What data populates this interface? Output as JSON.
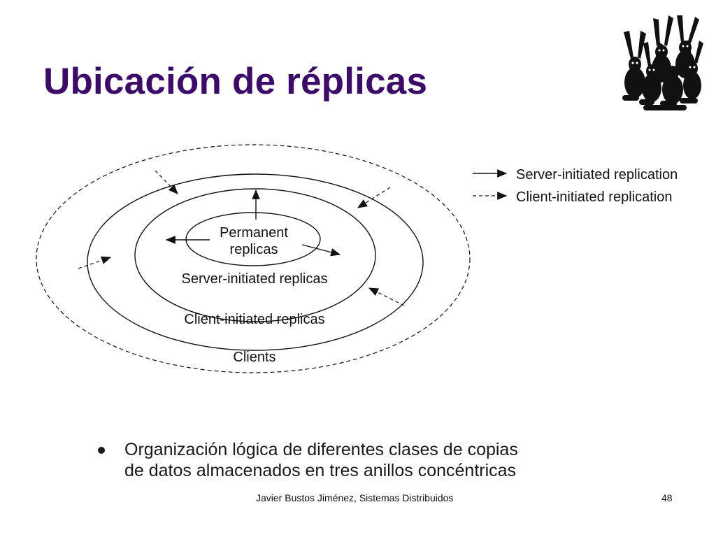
{
  "slide": {
    "title": "Ubicación de réplicas"
  },
  "diagram": {
    "center_label_line1": "Permanent",
    "center_label_line2": "replicas",
    "ring1_label": "Server-initiated replicas",
    "ring2_label": "Client-initiated replicas",
    "ring3_label": "Clients",
    "legend": {
      "server_initiated": "Server-initiated replication",
      "client_initiated": "Client-initiated replication"
    }
  },
  "bullets": [
    {
      "line1": "Organización lógica de diferentes clases de copias",
      "line2": "de datos almacenados en tres anillos concéntricas"
    }
  ],
  "footer": {
    "author": "Javier Bustos Jiménez, Sistemas Distribuidos",
    "page_number": "48"
  },
  "logo": {
    "icon": "rabbits-icon"
  },
  "colors": {
    "title": "#3b0a6b",
    "text": "#111111"
  }
}
